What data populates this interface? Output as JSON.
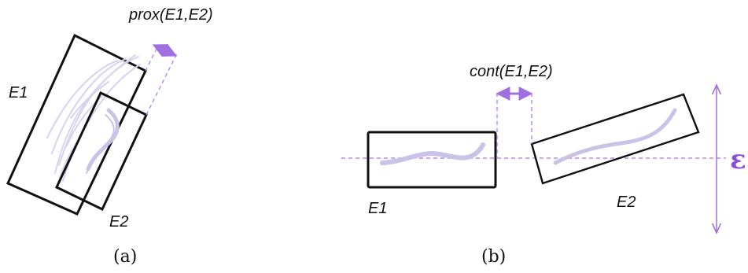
{
  "panel_a": {
    "measure_label": "prox(E1,E2)",
    "entity_1_label": "E1",
    "entity_2_label": "E2",
    "caption": "(a)"
  },
  "panel_b": {
    "measure_label": "cont(E1,E2)",
    "entity_1_label": "E1",
    "entity_2_label": "E2",
    "threshold_symbol": "ε",
    "caption": "(b)"
  },
  "colors": {
    "accent": "#a070e0",
    "stroke_light": "#d6d0ee",
    "stroke_mid": "#c9c3e8",
    "box": "#111111"
  }
}
